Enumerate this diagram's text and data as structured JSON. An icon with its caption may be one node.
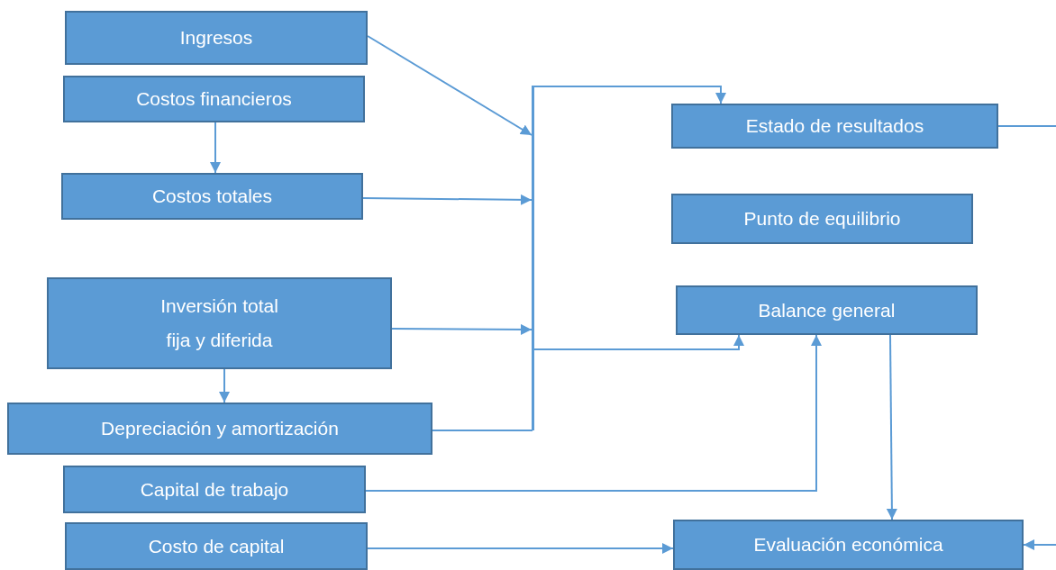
{
  "diagram": {
    "nodes": [
      {
        "text": [
          "Ingresos"
        ]
      },
      {
        "text": [
          "Costos financieros"
        ]
      },
      {
        "text": [
          "Costos totales"
        ]
      },
      {
        "text": [
          "Inversión total fija y diferida"
        ]
      },
      {
        "text": [
          "Depreciación y amortización"
        ]
      },
      {
        "text": [
          "Capital de trabajo"
        ]
      },
      {
        "text": [
          "Costo de capital"
        ]
      },
      {
        "text": [
          "Estado de resultados"
        ]
      },
      {
        "text": [
          "Punto de equilibrio"
        ]
      },
      {
        "text": [
          "Balance general"
        ]
      },
      {
        "text": [
          "Evaluación económica"
        ]
      },
      {
        "text": [],
        "shape": "bar"
      }
    ],
    "edges": [
      {
        "from": 0,
        "to": 11,
        "arrow": "to"
      },
      {
        "from": 1,
        "to": 2,
        "arrow": "to"
      },
      {
        "from": 2,
        "to": 11,
        "arrow": "to"
      },
      {
        "from": 3,
        "to": 11,
        "arrow": "to"
      },
      {
        "from": 3,
        "to": 4,
        "arrow": "to"
      },
      {
        "from": 4,
        "to": 11,
        "arrow": "none"
      },
      {
        "from": 11,
        "to": 7,
        "arrow": "to"
      },
      {
        "from": 11,
        "to": 9,
        "arrow": "to"
      },
      {
        "from": 5,
        "to": 9,
        "arrow": "to"
      },
      {
        "from": 9,
        "to": 10,
        "arrow": "to"
      },
      {
        "from": 6,
        "to": 10,
        "arrow": "to"
      },
      {
        "from": 7,
        "to": null,
        "arrow": "none"
      },
      {
        "from": null,
        "to": 10,
        "arrow": "to"
      }
    ]
  }
}
